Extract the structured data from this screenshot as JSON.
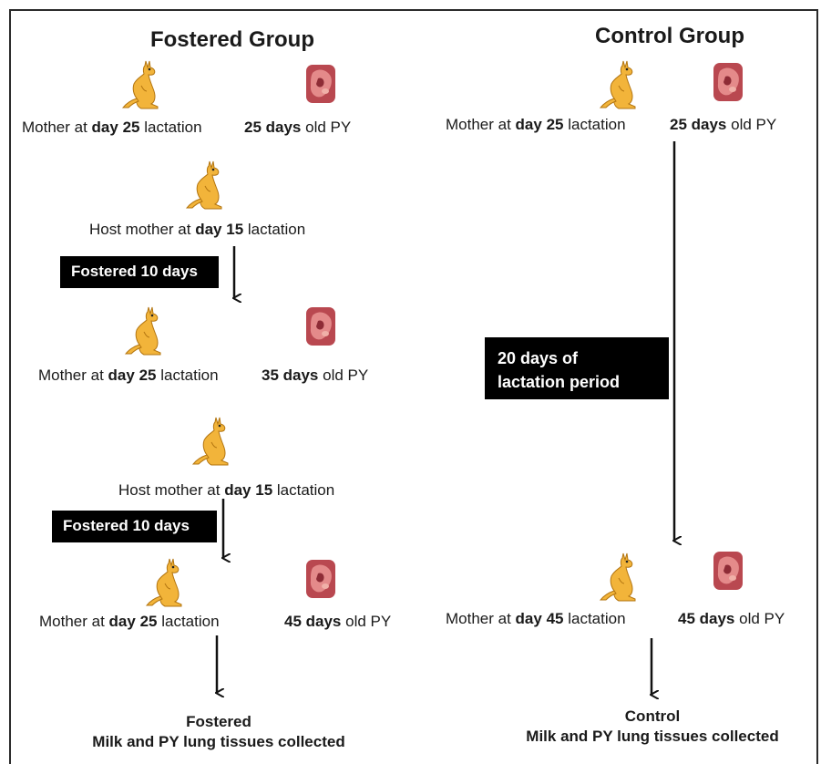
{
  "fostered": {
    "title": "Fostered Group",
    "step1": {
      "mother_pre": "Mother at ",
      "mother_bold": "day 25",
      "mother_post": " lactation",
      "py_bold": "25 days",
      "py_post": " old PY"
    },
    "host1": {
      "pre": "Host mother at ",
      "bold": "day 15",
      "post": " lactation"
    },
    "foster1": "Fostered 10 days",
    "step2": {
      "mother_pre": "Mother at ",
      "mother_bold": "day 25",
      "mother_post": " lactation",
      "py_bold": "35 days",
      "py_post": " old PY"
    },
    "host2": {
      "pre": "Host mother at ",
      "bold": "day 15",
      "post": " lactation"
    },
    "foster2": "Fostered 10 days",
    "step3": {
      "mother_pre": "Mother at ",
      "mother_bold": "day 25",
      "mother_post": " lactation",
      "py_bold": "45 days",
      "py_post": " old PY"
    },
    "result_line1": "Fostered",
    "result_line2": "Milk and PY lung tissues collected"
  },
  "control": {
    "title": "Control Group",
    "step1": {
      "mother_pre": "Mother at ",
      "mother_bold": "day 25",
      "mother_post": " lactation",
      "py_bold": "25 days",
      "py_post": " old PY"
    },
    "period_line1": "20 days of",
    "period_line2": "lactation period",
    "step2": {
      "mother_pre": "Mother at ",
      "mother_bold": "day 45",
      "mother_post": " lactation",
      "py_bold": "45 days",
      "py_post": " old PY"
    },
    "result_line1": "Control",
    "result_line2": "Milk and PY lung tissues collected"
  },
  "icons": {
    "mother": "kangaroo-icon",
    "pouch_young": "pouch-young-icon"
  },
  "colors": {
    "kangaroo": "#f2b43a",
    "pouch_young": "#c8545a",
    "box": "#000000"
  }
}
